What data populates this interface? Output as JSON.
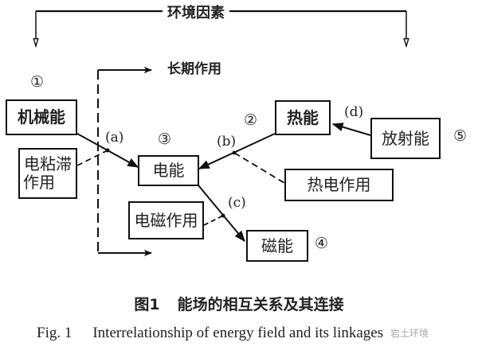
{
  "top_bracket": {
    "label": "环境因素"
  },
  "long_term": {
    "label": "长期作用"
  },
  "nodes": {
    "mechanical": {
      "label": "机械能",
      "number": "①"
    },
    "thermal": {
      "label": "热能",
      "number": "②"
    },
    "electric": {
      "label": "电能",
      "number": "③"
    },
    "magnetic": {
      "label": "磁能",
      "number": "④"
    },
    "radiant": {
      "label": "放射能",
      "number": "⑤"
    }
  },
  "effects": {
    "electroviscous": {
      "label_line1": "电粘滞",
      "label_line2": "作用"
    },
    "thermoelectric": {
      "label": "热电作用"
    },
    "electromagnetic": {
      "label": "电磁作用"
    }
  },
  "links": {
    "a": "(a)",
    "b": "(b)",
    "c": "(c)",
    "d": "(d)"
  },
  "caption": {
    "cn_fig": "图1",
    "cn_text": "能场的相互关系及其连接",
    "en_fig": "Fig. 1",
    "en_text": "Interrelationship of energy field and its linkages"
  },
  "watermark": "岩土环境"
}
